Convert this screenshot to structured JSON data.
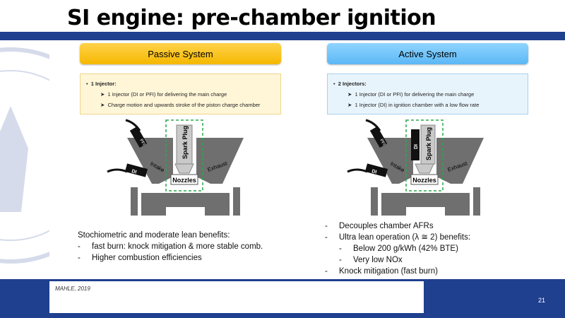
{
  "title": "SI engine: pre-chamber ignition",
  "passive": {
    "header": "Passive System",
    "lead": "1 Injector:",
    "items": [
      "1 Injector (DI or PFI) for delivering the main charge",
      "Charge motion and upwards stroke of the piston charge chamber"
    ]
  },
  "active": {
    "header": "Active System",
    "lead": "2 Injectors:",
    "items": [
      "1 Injector (DI or PFI) for delivering the main charge",
      "1 Injector (DI) in ignition chamber with a low flow rate"
    ]
  },
  "diagram_labels": {
    "spark_plug": "Spark Plug",
    "nozzles": "Nozzles",
    "intake": "Intake",
    "exhaust": "Exhaust",
    "di": "DI",
    "pfi": "PFI"
  },
  "left_text": {
    "heading": "Stochiometric and moderate lean benefits:",
    "items": [
      "fast burn: knock mitigation & more stable comb.",
      "Higher combustion efficiencies"
    ]
  },
  "right_text": {
    "items": [
      "Decouples chamber AFRs",
      "Ultra lean operation (λ ≅ 2) benefits:",
      "Knock mitigation (fast burn)"
    ],
    "subitems": [
      "Below 200 g/kWh (42% BTE)",
      "Very low NOx"
    ]
  },
  "footer": {
    "source": "MAHLE, 2019",
    "page": "21"
  },
  "colors": {
    "brand_blue": "#1f3f8f",
    "passive_yellow": "#f5b800",
    "active_blue": "#5bb8f5",
    "dashed_green": "#2aa84a"
  }
}
